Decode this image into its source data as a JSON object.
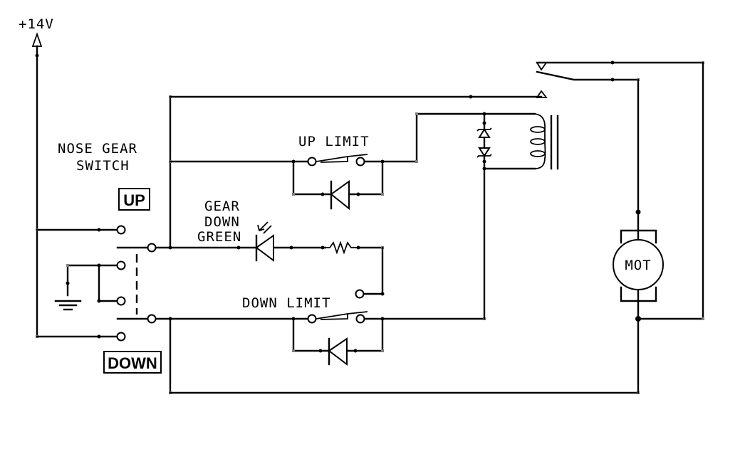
{
  "diagram": {
    "title": "Nose gear motor control circuit",
    "supply_label": "+14V",
    "switch_label_line1": "NOSE GEAR",
    "switch_label_line2": "SWITCH",
    "up_box_label": "UP",
    "down_box_label": "DOWN",
    "up_limit_label": "UP LIMIT",
    "down_limit_label": "DOWN LIMIT",
    "led_label_line1": "GEAR",
    "led_label_line2": "DOWN",
    "led_label_line3": "GREEN",
    "motor_label": "MOT",
    "components": [
      {
        "id": "supply",
        "type": "power-arrow",
        "label": "+14V"
      },
      {
        "id": "nose-gear-switch",
        "type": "DPDT switch",
        "positions": [
          "UP",
          "DOWN"
        ]
      },
      {
        "id": "ground",
        "type": "ground"
      },
      {
        "id": "up-limit-switch",
        "type": "limit switch",
        "bypass": "diode"
      },
      {
        "id": "down-limit-switch",
        "type": "limit switch",
        "bypass": "diode"
      },
      {
        "id": "gear-down-led",
        "type": "LED",
        "color": "green"
      },
      {
        "id": "led-resistor",
        "type": "resistor"
      },
      {
        "id": "relay",
        "type": "relay coil with suppression diodes"
      },
      {
        "id": "relay-contacts",
        "type": "SPDT contacts"
      },
      {
        "id": "motor",
        "type": "DC motor",
        "label": "MOT"
      }
    ]
  }
}
